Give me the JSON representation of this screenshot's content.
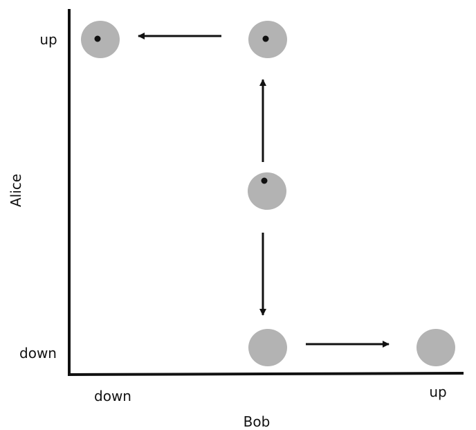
{
  "axes": {
    "y_label": "Alice",
    "x_label": "Bob",
    "y_ticks": {
      "top": "up",
      "bottom": "down"
    },
    "x_ticks": {
      "left": "down",
      "right": "up"
    }
  },
  "colors": {
    "axis": "#111111",
    "node_fill": "#b3b3b3",
    "dot": "#111111",
    "arrow": "#111111"
  },
  "nodes": [
    {
      "id": "alice-up-bob-down",
      "alice": "up",
      "bob": "down",
      "has_dot": true
    },
    {
      "id": "alice-up-bob-mid",
      "alice": "up",
      "bob": "middle",
      "has_dot": true
    },
    {
      "id": "center",
      "alice": "middle",
      "bob": "middle",
      "has_dot": true
    },
    {
      "id": "alice-down-bob-mid",
      "alice": "down",
      "bob": "middle",
      "has_dot": false
    },
    {
      "id": "alice-down-bob-up",
      "alice": "down",
      "bob": "up",
      "has_dot": false
    }
  ],
  "arrows": [
    {
      "from": "alice-up-bob-mid",
      "to": "alice-up-bob-down"
    },
    {
      "from": "center",
      "to": "alice-up-bob-mid"
    },
    {
      "from": "center",
      "to": "alice-down-bob-mid"
    },
    {
      "from": "alice-down-bob-mid",
      "to": "alice-down-bob-up"
    }
  ]
}
